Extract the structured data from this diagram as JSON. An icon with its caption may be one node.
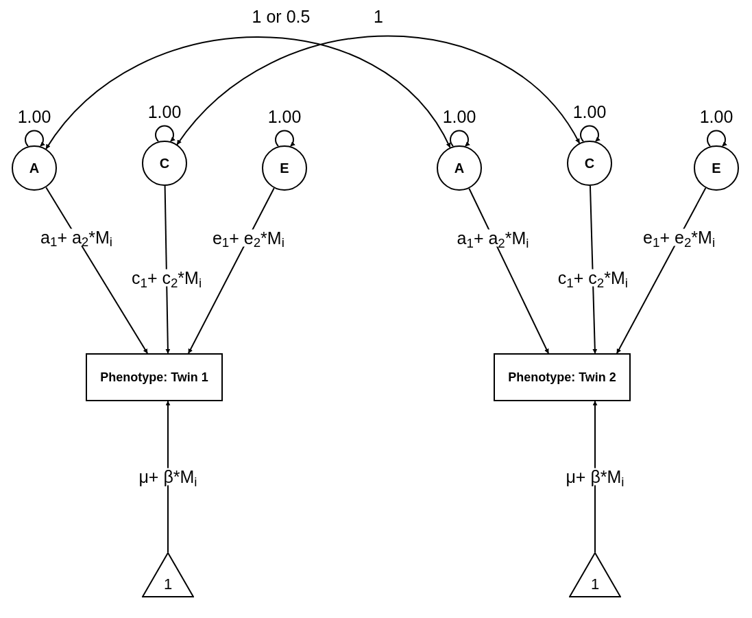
{
  "diagram": {
    "nodes": [
      {
        "text": [
          "A"
        ]
      },
      {
        "text": [
          "C"
        ]
      },
      {
        "text": [
          "E"
        ]
      },
      {
        "text": [
          "A"
        ]
      },
      {
        "text": [
          "C"
        ]
      },
      {
        "text": [
          "E"
        ]
      },
      {
        "text": [
          "Phenotype: Twin 1"
        ]
      },
      {
        "text": [
          "Phenotype: Twin 2"
        ]
      },
      {
        "text": [
          "1"
        ]
      },
      {
        "text": [
          "1"
        ]
      }
    ],
    "edges": [
      {
        "from": 0,
        "to": 0,
        "arrow": "to",
        "label": "1.00"
      },
      {
        "from": 1,
        "to": 1,
        "arrow": "to",
        "label": "1.00"
      },
      {
        "from": 2,
        "to": 2,
        "arrow": "to",
        "label": "1.00"
      },
      {
        "from": 3,
        "to": 3,
        "arrow": "to",
        "label": "1.00"
      },
      {
        "from": 4,
        "to": 4,
        "arrow": "to",
        "label": "1.00"
      },
      {
        "from": 5,
        "to": 5,
        "arrow": "to",
        "label": "1.00"
      },
      {
        "from": 0,
        "to": 3,
        "arrow": "both",
        "label": "1 or 0.5"
      },
      {
        "from": 1,
        "to": 4,
        "arrow": "both",
        "label": "1"
      },
      {
        "from": 0,
        "to": 6,
        "arrow": "to",
        "label": "a$_{1}$+ a$_{2}$*M$_{i}$"
      },
      {
        "from": 1,
        "to": 6,
        "arrow": "to",
        "label": "c$_{1}$+ c$_{2}$*M$_{i}$"
      },
      {
        "from": 2,
        "to": 6,
        "arrow": "to",
        "label": "e$_{1}$+ e$_{2}$*M$_{i}$"
      },
      {
        "from": 3,
        "to": 7,
        "arrow": "to",
        "label": "a$_{1}$+ a$_{2}$*M$_{i}$"
      },
      {
        "from": 4,
        "to": 7,
        "arrow": "to",
        "label": "c$_{1}$+ c$_{2}$*M$_{i}$"
      },
      {
        "from": 5,
        "to": 7,
        "arrow": "to",
        "label": "e$_{1}$+ e$_{2}$*M$_{i}$"
      },
      {
        "from": 8,
        "to": 6,
        "arrow": "to",
        "label": "μ+ β*M$_{i}$"
      },
      {
        "from": 9,
        "to": 7,
        "arrow": "to",
        "label": "μ+ β*M$_{i}$"
      }
    ]
  }
}
